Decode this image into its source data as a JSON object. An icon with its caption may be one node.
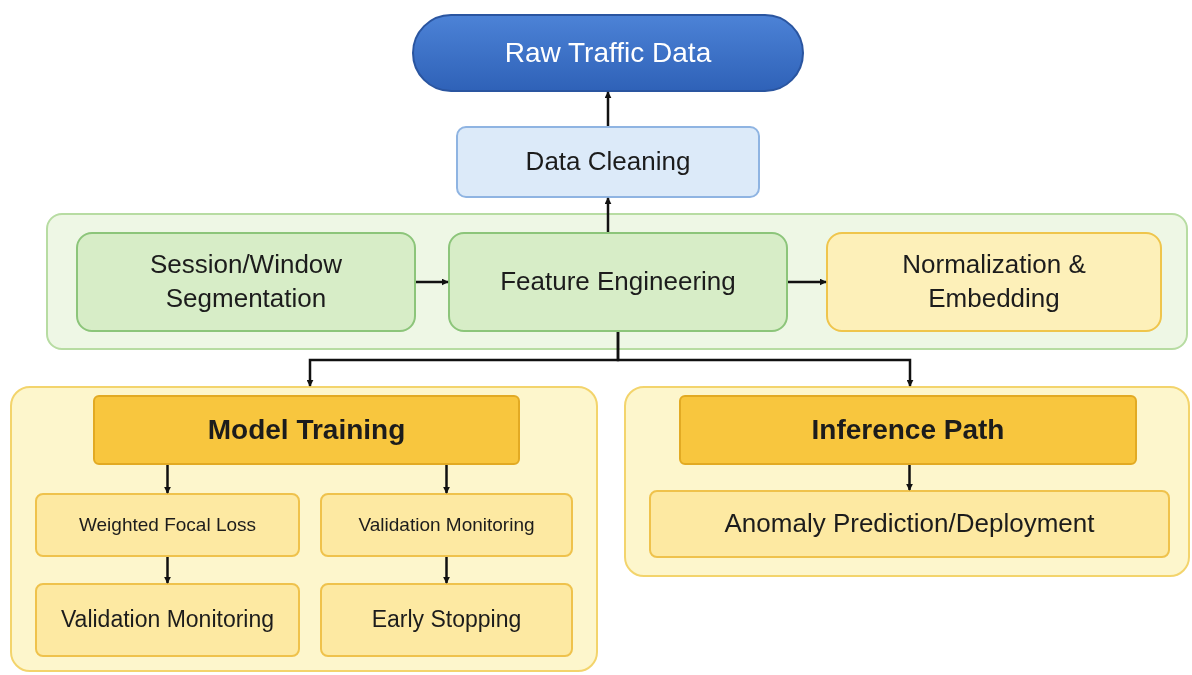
{
  "diagram": {
    "nodes": [
      {
        "text": [
          "Raw Traffic Data"
        ]
      },
      {
        "text": [
          "Data Cleaning"
        ]
      },
      {
        "text": [],
        "shape": "box"
      },
      {
        "text": [
          "Session/Window Segmentation"
        ],
        "in": 2
      },
      {
        "text": [
          "Feature Engineering"
        ],
        "in": 2
      },
      {
        "text": [
          "Normalization & Embedding"
        ],
        "in": 2
      },
      {
        "text": [],
        "shape": "box"
      },
      {
        "text": [
          "Model Training"
        ],
        "in": 6
      },
      {
        "text": [
          "Weighted Focal Loss"
        ],
        "in": 6
      },
      {
        "text": [
          "Validation Monitoring"
        ],
        "in": 6
      },
      {
        "text": [
          "Validation Monitoring"
        ],
        "in": 6
      },
      {
        "text": [
          "Early Stopping"
        ],
        "in": 6
      },
      {
        "text": [],
        "shape": "box"
      },
      {
        "text": [
          "Inference Path"
        ],
        "in": 12
      },
      {
        "text": [
          "Anomaly Prediction/Deployment"
        ],
        "in": 12
      }
    ],
    "edges": [
      {
        "from": 1,
        "to": 0,
        "arrow": "to"
      },
      {
        "from": 4,
        "to": 1,
        "arrow": "to"
      },
      {
        "from": 3,
        "to": 4,
        "arrow": "to"
      },
      {
        "from": 4,
        "to": 5,
        "arrow": "to"
      },
      {
        "from": 4,
        "to": 6,
        "arrow": "to"
      },
      {
        "from": 4,
        "to": 12,
        "arrow": "to"
      },
      {
        "from": 7,
        "to": 8,
        "arrow": "to"
      },
      {
        "from": 7,
        "to": 9,
        "arrow": "to"
      },
      {
        "from": 8,
        "to": 10,
        "arrow": "to"
      },
      {
        "from": 9,
        "to": 11,
        "arrow": "to"
      },
      {
        "from": 13,
        "to": 14,
        "arrow": "to"
      }
    ]
  }
}
